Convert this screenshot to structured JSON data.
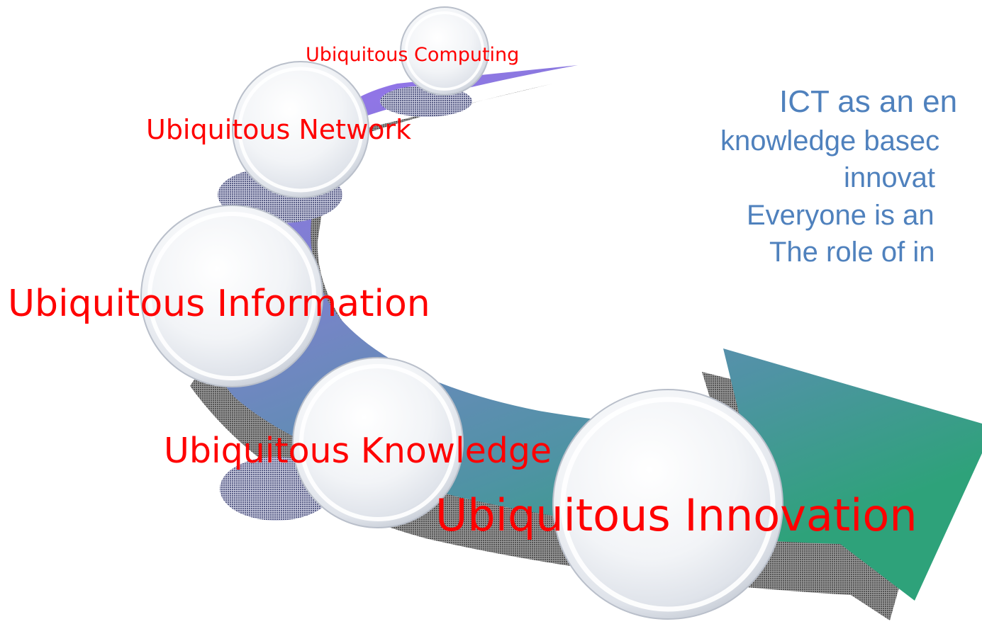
{
  "stages": [
    {
      "label": "Ubiquitous Computing"
    },
    {
      "label": "Ubiquitous Network"
    },
    {
      "label": "Ubiquitous Information"
    },
    {
      "label": "Ubiquitous Knowledge"
    },
    {
      "label": "Ubiquitous Innovation"
    }
  ],
  "side_text": {
    "line1": "ICT as an en",
    "line2": "knowledge basec",
    "line3": "innovat",
    "line4": "Everyone is an",
    "line5": "The role of in"
  },
  "colors": {
    "label_text": "#ff0000",
    "side_text": "#4f81bd",
    "arrow_start": "#9370ee",
    "arrow_mid": "#6f86c4",
    "arrow_end": "#2e9f78",
    "shadow": "#7a7a7a",
    "bubble_pattern": "#6a6e99"
  }
}
